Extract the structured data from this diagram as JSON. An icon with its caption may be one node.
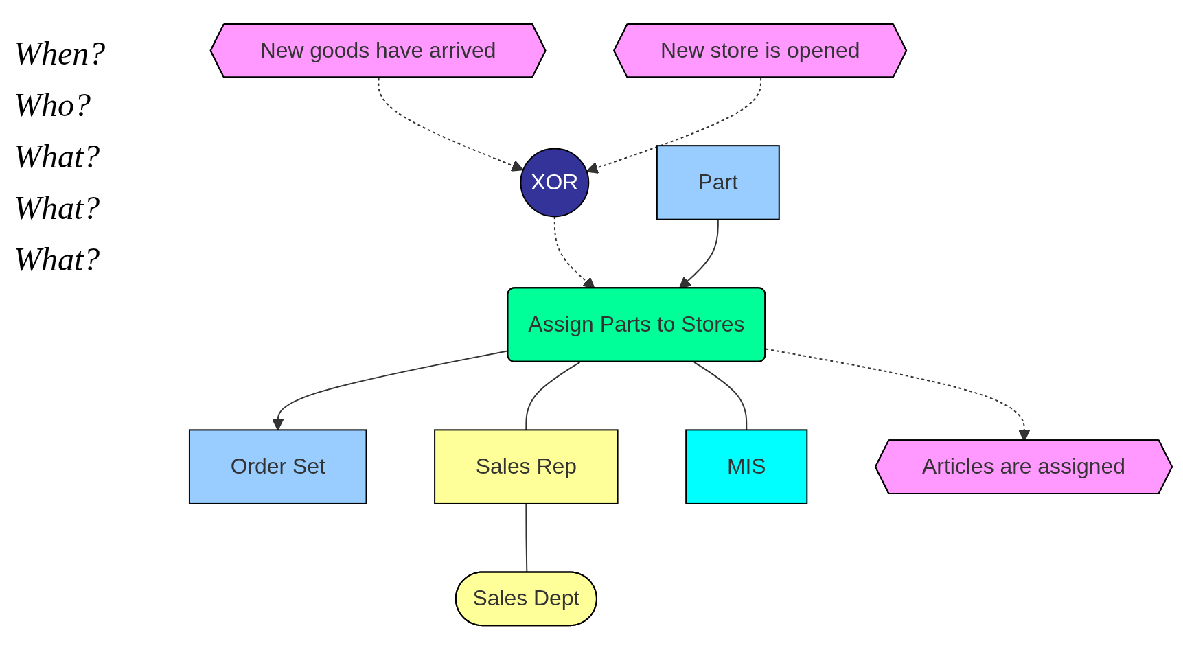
{
  "diagram": {
    "nodes": [
      {
        "text": [
          "New goods have arrived"
        ]
      },
      {
        "text": [
          "New store is opened"
        ]
      },
      {
        "text": [
          "XOR"
        ]
      },
      {
        "text": [
          "Part"
        ]
      },
      {
        "text": [
          "Order Set"
        ]
      },
      {
        "text": [
          "Assign Parts to Stores"
        ]
      },
      {
        "text": [
          "Sales Rep"
        ]
      },
      {
        "text": [
          "Sales Dept"
        ]
      },
      {
        "text": [
          "MIS"
        ]
      },
      {
        "text": [
          "Articles are assigned"
        ]
      }
    ],
    "edges": [
      {
        "from": 0,
        "to": 2,
        "arrow": "to",
        "style": "dashed"
      },
      {
        "from": 1,
        "to": 2,
        "arrow": "to",
        "style": "dashed"
      },
      {
        "from": 2,
        "to": 5,
        "arrow": "to",
        "style": "dashed"
      },
      {
        "from": 3,
        "to": 5,
        "arrow": "to"
      },
      {
        "from": 5,
        "to": 4,
        "arrow": "to"
      },
      {
        "from": 5,
        "to": 6,
        "arrow": "none"
      },
      {
        "from": 5,
        "to": 8,
        "arrow": "none"
      },
      {
        "from": 6,
        "to": 7,
        "arrow": "none"
      },
      {
        "from": 5,
        "to": 9,
        "arrow": "to",
        "style": "dashed"
      }
    ],
    "labels": [
      "When?",
      "Who?",
      "What?",
      "What?",
      "What?"
    ]
  }
}
